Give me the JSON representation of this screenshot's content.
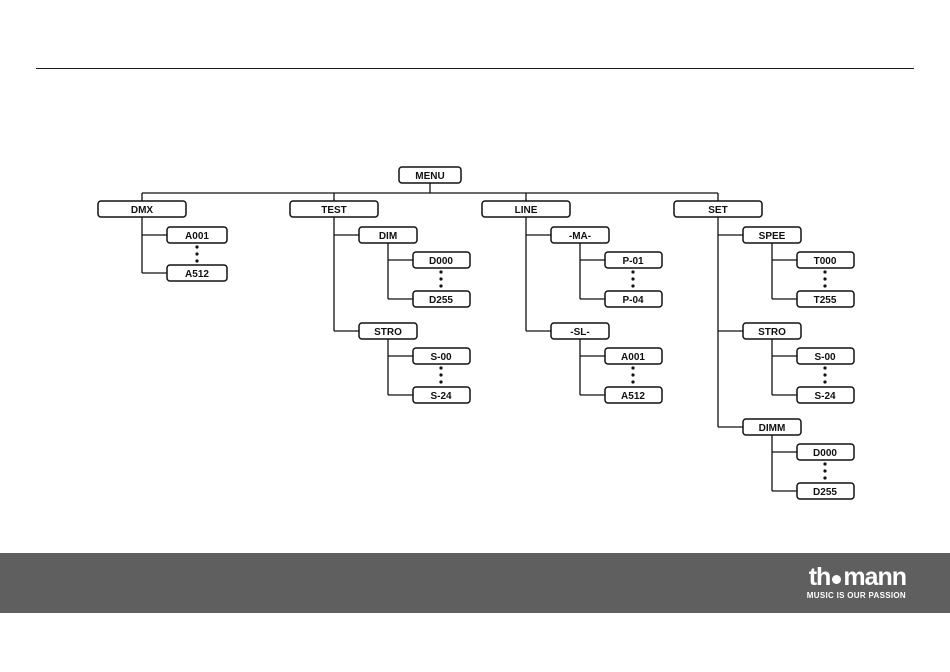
{
  "menu": {
    "root": "MENU",
    "branches": [
      {
        "label": "DMX",
        "children": [],
        "values": [
          "A001",
          "A512"
        ]
      },
      {
        "label": "TEST",
        "children": [
          {
            "label": "DIM",
            "values": [
              "D000",
              "D255"
            ]
          },
          {
            "label": "STRO",
            "values": [
              "S-00",
              "S-24"
            ]
          }
        ]
      },
      {
        "label": "LINE",
        "children": [
          {
            "label": "-MA-",
            "values": [
              "P-01",
              "P-04"
            ]
          },
          {
            "label": "-SL-",
            "values": [
              "A001",
              "A512"
            ]
          }
        ]
      },
      {
        "label": "SET",
        "children": [
          {
            "label": "SPEE",
            "values": [
              "T000",
              "T255"
            ]
          },
          {
            "label": "STRO",
            "values": [
              "S-00",
              "S-24"
            ]
          },
          {
            "label": "DIMM",
            "values": [
              "D000",
              "D255"
            ]
          }
        ]
      }
    ]
  },
  "footer": {
    "brand_left": "th",
    "brand_right": "mann",
    "tagline": "MUSIC IS OUR PASSION"
  }
}
